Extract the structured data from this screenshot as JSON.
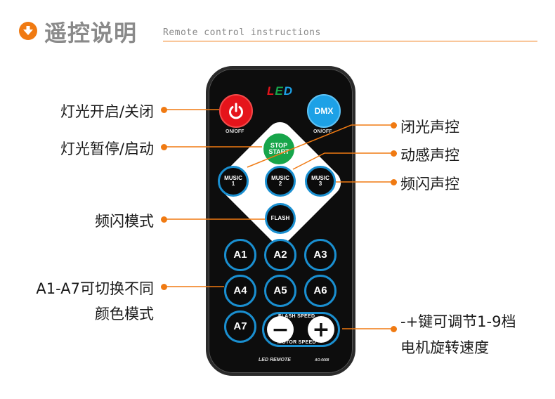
{
  "header": {
    "icon": "down-arrow-circle-icon",
    "title": "遥控说明",
    "subtitle": "Remote control instructions"
  },
  "colors": {
    "accent": "#f07a12",
    "remote_body": "#0d0d0d",
    "power": "#e5141b",
    "dmx": "#1da1e6",
    "stop_start": "#17a54a",
    "button_ring": "#1a8fd0"
  },
  "remote": {
    "logo_letters": [
      "L",
      "E",
      "D"
    ],
    "logo_colors": [
      "#e5141b",
      "#17a54a",
      "#1da1e6"
    ],
    "power_icon": "power-icon",
    "power_caption": "ON/OFF",
    "dmx_label": "DMX",
    "dmx_caption": "ON/OFF",
    "stop_label": "STOP",
    "start_label": "START",
    "music1_label": "MUSIC",
    "music1_num": "1",
    "music2_label": "MUSIC",
    "music2_num": "2",
    "music3_label": "MUSIC",
    "music3_num": "3",
    "flash_label": "FLASH",
    "a_buttons": [
      "A1",
      "A2",
      "A3",
      "A4",
      "A5",
      "A6",
      "A7"
    ],
    "flash_speed_label": "FLASH SPEED",
    "motor_speed_label": "MOTOR SPEED",
    "minus_label": "−",
    "plus_label": "+",
    "footer_text": "LED   REMOTE",
    "model_text": "AO-6008"
  },
  "callouts": {
    "power": "灯光开启/关闭",
    "pause_start": "灯光暂停/启动",
    "strobe_mode": "频闪模式",
    "color_modes_1": "A1-A7可切换不同",
    "color_modes_2": "颜色模式",
    "music_1": "闭光声控",
    "music_2": "动感声控",
    "music_3": "频闪声控",
    "speed_1": "-+键可调节1-9档",
    "speed_2": "电机旋转速度"
  }
}
